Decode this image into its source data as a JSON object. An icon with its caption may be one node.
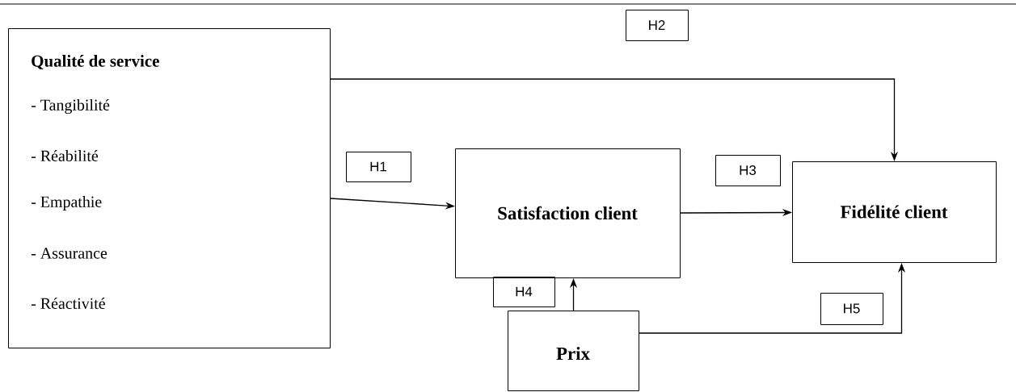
{
  "diagram": {
    "nodes": [
      {
        "text": [
          "Qualité de service",
          "- Tangibilité",
          "- Réabilité",
          "- Empathie",
          "- Assurance",
          "- Réactivité"
        ]
      },
      {
        "text": [
          "Satisfaction client"
        ]
      },
      {
        "text": [
          "Fidélité client"
        ]
      },
      {
        "text": [
          "Prix"
        ]
      },
      {
        "text": [
          "H2"
        ]
      },
      {
        "text": [
          "H1"
        ]
      },
      {
        "text": [
          "H3"
        ]
      },
      {
        "text": [
          "H4"
        ]
      },
      {
        "text": [
          "H5"
        ]
      }
    ],
    "edges": [
      {
        "from": 0,
        "to": 2,
        "arrow": "to"
      },
      {
        "from": 0,
        "to": 1,
        "arrow": "to"
      },
      {
        "from": 1,
        "to": 2,
        "arrow": "to"
      },
      {
        "from": 3,
        "to": 1,
        "arrow": "to"
      },
      {
        "from": 3,
        "to": 2,
        "arrow": "to"
      }
    ]
  }
}
